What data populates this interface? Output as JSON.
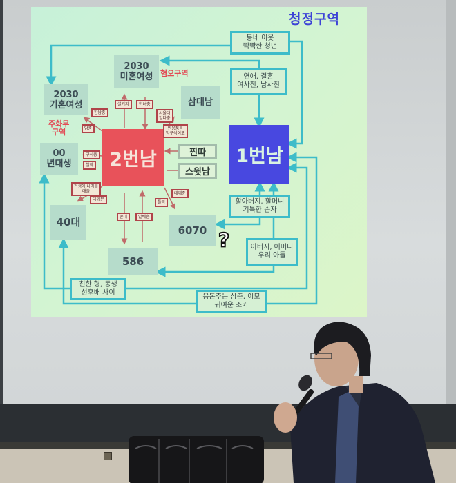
{
  "slide": {
    "title": "청정구역",
    "hate_zone": "혐오구역",
    "left_zone": "주화무\n구역",
    "man1": "1번남",
    "man2": "2번남",
    "middle": [
      "찐따",
      "스윗남"
    ],
    "relations": [
      "동네 이웃\n빡빡한 청년",
      "연애, 결혼\n여사친, 남사친",
      "할아버지, 할머니\n기특한 손자",
      "아버지, 어머니\n우리 아들",
      "용돈주는 삼촌, 이모\n귀여운 조카",
      "친한 형, 동생\n선후배 사이"
    ],
    "groups": [
      "2030\n미혼여성",
      "2030\n기혼여성",
      "삼대남",
      "00\n년대생",
      "40대",
      "6070",
      "586"
    ],
    "labels": [
      "한남충",
      "맘충",
      "설거지",
      "한녀충",
      "서울대\n일타충",
      "반응품목\n방구석여포",
      "구식충",
      "철학",
      "전생에 나라를\n대출",
      "대깨문",
      "꼰대",
      "일베충",
      "틀딱",
      "대깨준"
    ],
    "question_mark": "?"
  },
  "colors": {
    "man1": "#4848e0",
    "man2": "#e8525a",
    "title": "#3d43d6",
    "hate": "#e24a55",
    "line": "#3dbcc9"
  }
}
